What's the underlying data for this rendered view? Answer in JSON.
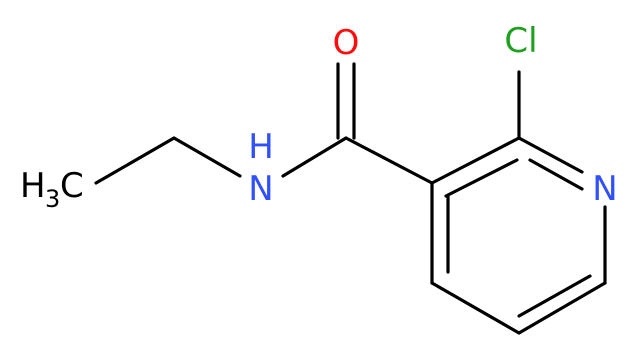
{
  "molecule": {
    "atoms": {
      "oxygen": {
        "symbol": "O"
      },
      "chlorine": {
        "symbol": "Cl"
      },
      "nitrogen_amide": {
        "symbol": "N",
        "hydrogen": "H"
      },
      "nitrogen_ring": {
        "symbol": "N"
      },
      "methyl": {
        "prefix": "H",
        "subscript": "3",
        "suffix": "C"
      }
    },
    "colors": {
      "bond": "#000000",
      "oxygen": "#ff0d0d",
      "chlorine": "#1fa01f",
      "nitrogen": "#3050f8",
      "carbon": "#000000"
    }
  }
}
